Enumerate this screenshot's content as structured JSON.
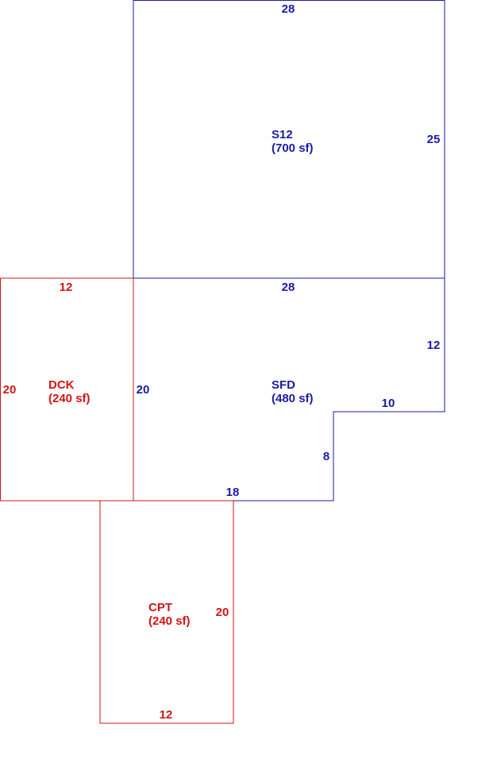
{
  "colors": {
    "blue": "#1a1aa8",
    "red": "#d41414",
    "background": "#ffffff"
  },
  "areas": {
    "s12": {
      "code": "S12",
      "area_label": "(700 sf)",
      "dims": {
        "top": "28",
        "right": "25"
      },
      "color": "#1a1aa8"
    },
    "sfd": {
      "code": "SFD",
      "area_label": "(480 sf)",
      "dims": {
        "top": "28",
        "right": "12",
        "step_top": "10",
        "step_side": "8",
        "bottom": "18",
        "left": "20"
      },
      "color": "#1a1aa8"
    },
    "dck": {
      "code": "DCK",
      "area_label": "(240 sf)",
      "dims": {
        "top": "12",
        "left": "20"
      },
      "color": "#d41414"
    },
    "cpt": {
      "code": "CPT",
      "area_label": "(240 sf)",
      "dims": {
        "right": "20",
        "bottom": "12"
      },
      "color": "#d41414"
    }
  }
}
